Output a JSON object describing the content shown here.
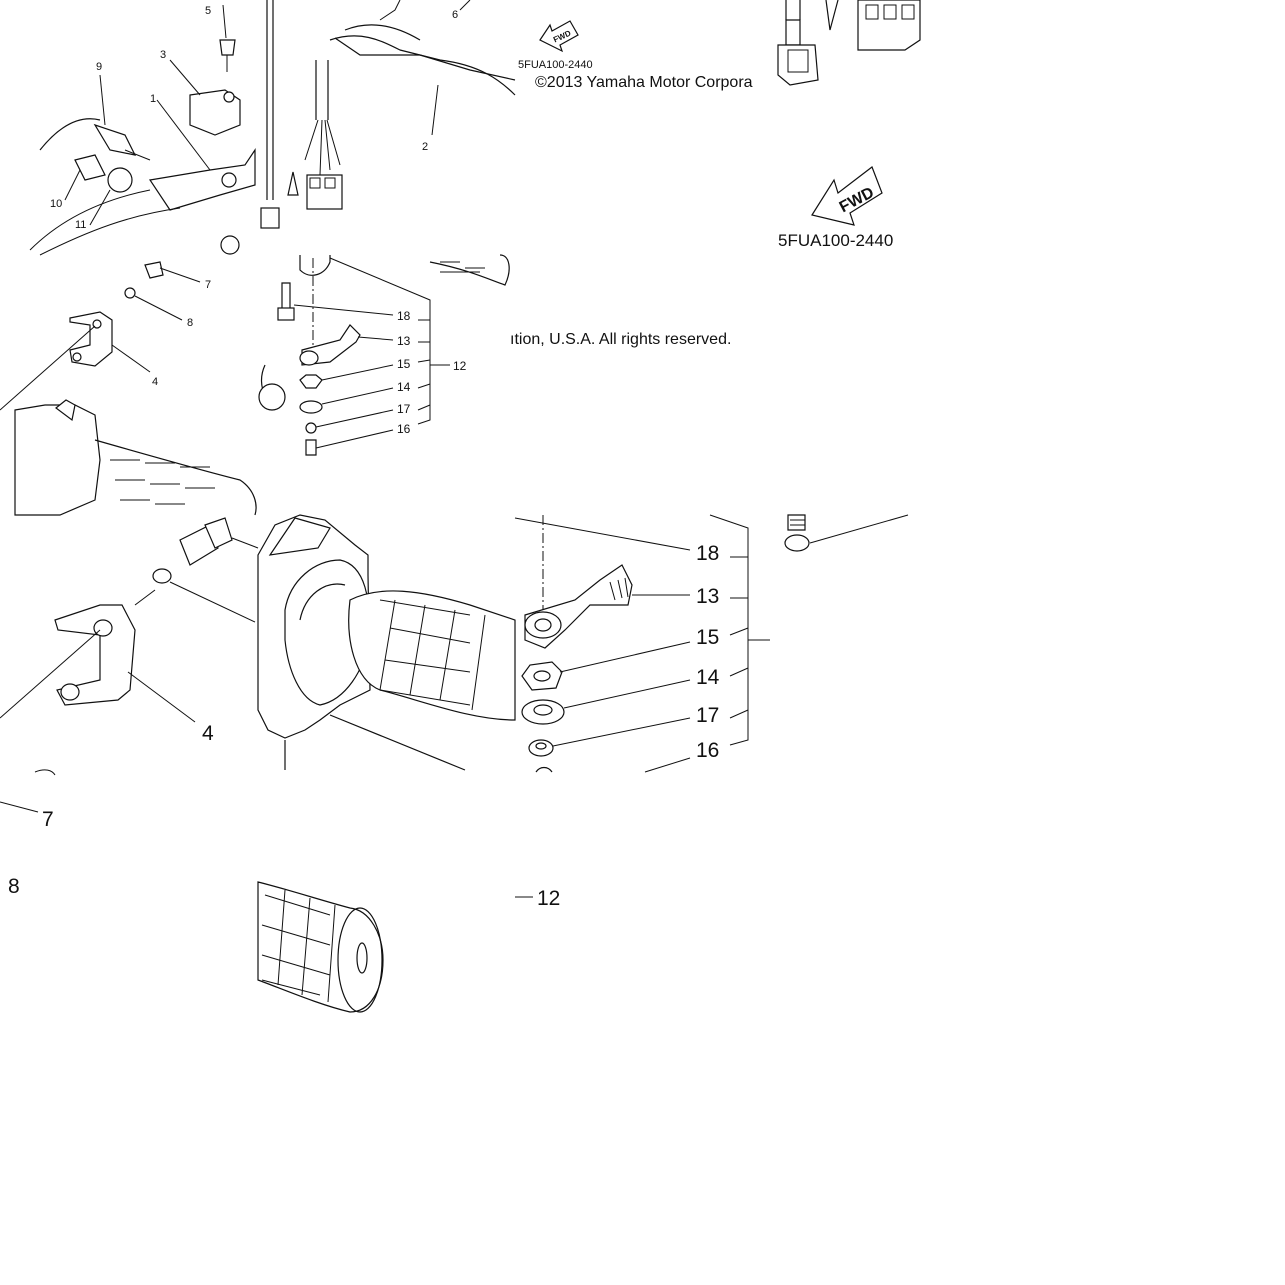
{
  "copyright_part1": "©2013 Yamaha Motor Corpora",
  "copyright_part2": "ıtion, U.S.A. All rights reserved.",
  "fwd_label": "FWD",
  "catalog_code": "5FUA100-2440",
  "callouts_small": [
    "1",
    "2",
    "3",
    "4",
    "5",
    "6",
    "7",
    "8",
    "9",
    "10",
    "11",
    "12",
    "13",
    "14",
    "15",
    "16",
    "17",
    "18"
  ],
  "callouts_large": [
    "18",
    "13",
    "15",
    "14",
    "17",
    "16",
    "4",
    "7",
    "8",
    "12"
  ],
  "colors": {
    "ink": "#111111",
    "paper": "#ffffff"
  }
}
